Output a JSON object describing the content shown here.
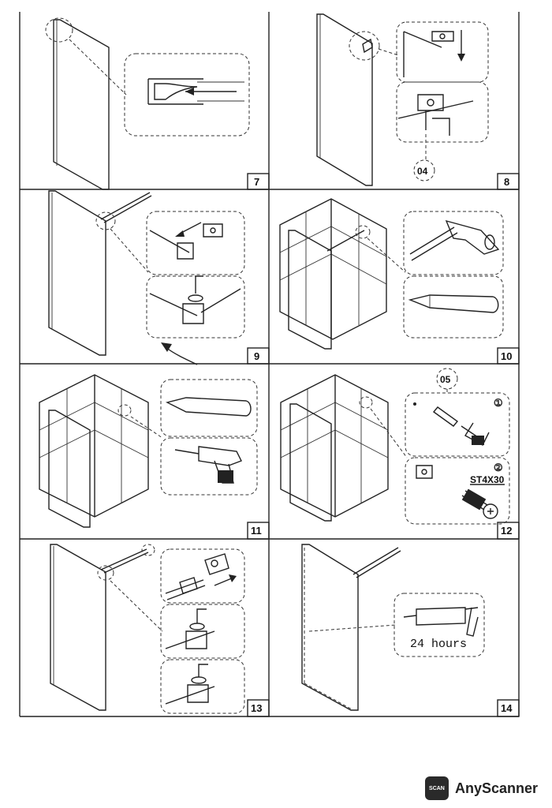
{
  "steps": [
    {
      "number": "7"
    },
    {
      "number": "8",
      "part_label": "04"
    },
    {
      "number": "9"
    },
    {
      "number": "10"
    },
    {
      "number": "11"
    },
    {
      "number": "12",
      "part_label": "05",
      "sub_labels": [
        "①",
        "②"
      ],
      "screw_label": "ST4X30"
    },
    {
      "number": "13"
    },
    {
      "number": "14",
      "cure_text": "24 hours"
    }
  ],
  "watermark": {
    "name": "AnyScanner",
    "logo_text": "SCAN"
  }
}
